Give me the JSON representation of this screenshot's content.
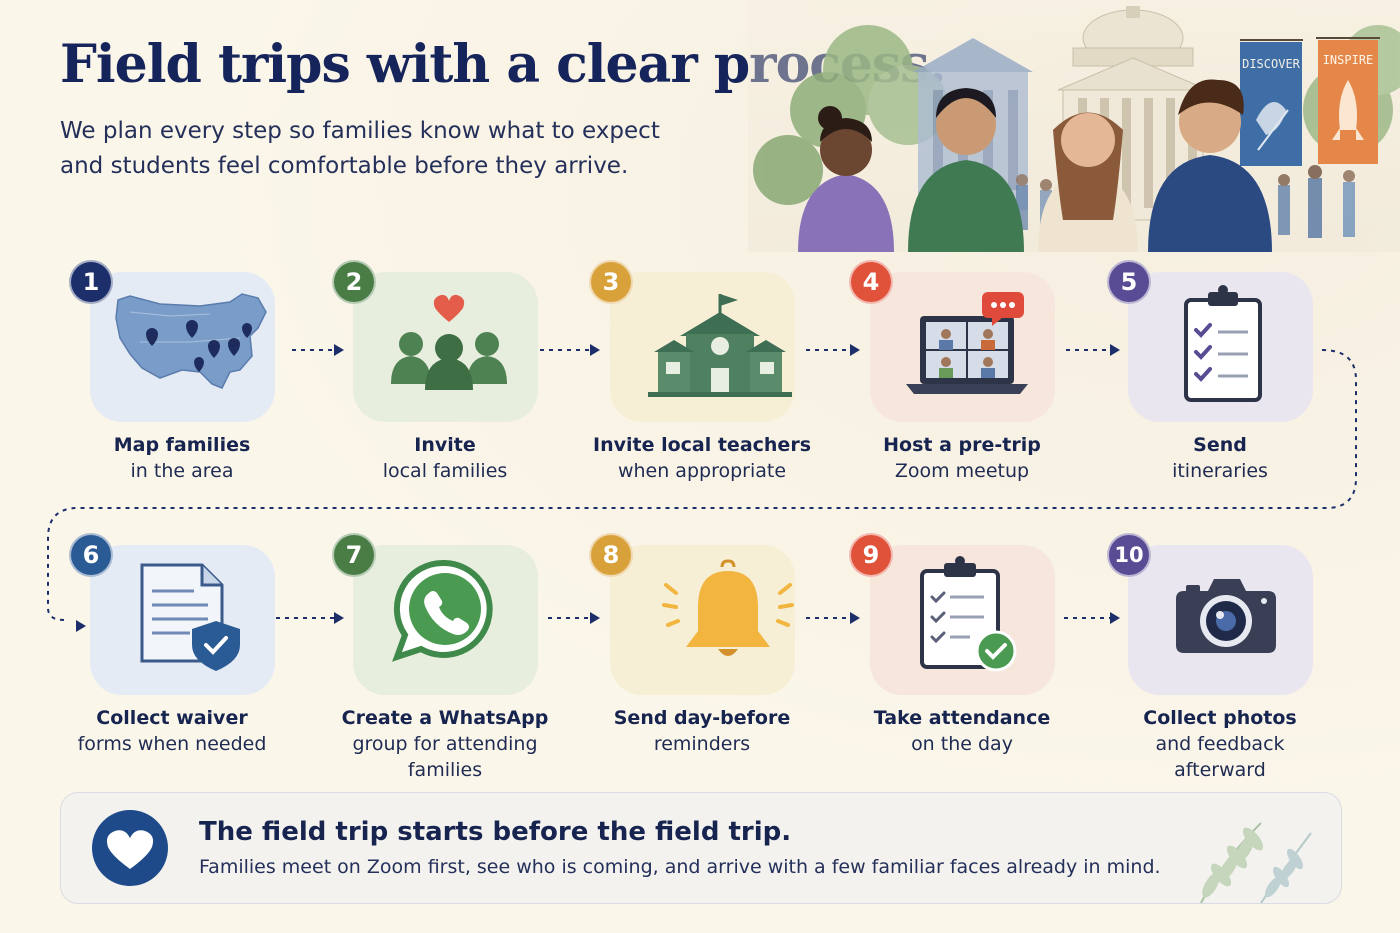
{
  "header": {
    "title": "Field trips with a clear process.",
    "subtitle": "We plan every step so families know what to expect and students feel comfortable before they arrive."
  },
  "hero": {
    "banner_left": "DISCOVER",
    "banner_right": "INSPIRE"
  },
  "colors": {
    "navy": "#1c2f6b",
    "green": "#4a7d45",
    "gold": "#d9a13a",
    "coral": "#e0523a",
    "purple": "#5a4c94",
    "blue": "#2b5b94"
  },
  "steps": [
    {
      "number": "1",
      "line1": "Map families",
      "line2": "in the area",
      "icon": "us-map-pins-icon",
      "color": "#1c2f6b"
    },
    {
      "number": "2",
      "line1": "Invite",
      "line2": "local families",
      "icon": "people-heart-icon",
      "color": "#4a7d45"
    },
    {
      "number": "3",
      "line1": "Invite local teachers",
      "line2": "when appropriate",
      "icon": "schoolhouse-icon",
      "color": "#d9a13a"
    },
    {
      "number": "4",
      "line1": "Host a pre-trip",
      "line2": "Zoom meetup",
      "icon": "laptop-video-call-icon",
      "color": "#e0523a"
    },
    {
      "number": "5",
      "line1": "Send",
      "line2": "itineraries",
      "icon": "clipboard-checklist-icon",
      "color": "#5a4c94"
    },
    {
      "number": "6",
      "line1": "Collect waiver",
      "line2": "forms when needed",
      "icon": "document-shield-icon",
      "color": "#2b5b94"
    },
    {
      "number": "7",
      "line1": "Create a WhatsApp",
      "line2": "group for attending",
      "line3": "families",
      "icon": "whatsapp-icon",
      "color": "#4a7d45"
    },
    {
      "number": "8",
      "line1": "Send day-before",
      "line2": "reminders",
      "icon": "bell-icon",
      "color": "#d9a13a"
    },
    {
      "number": "9",
      "line1": "Take attendance",
      "line2": "on the day",
      "icon": "clipboard-check-icon",
      "color": "#e0523a"
    },
    {
      "number": "10",
      "line1": "Collect photos",
      "line2": "and feedback",
      "line3": "afterward",
      "icon": "camera-icon",
      "color": "#5a4c94"
    }
  ],
  "banner": {
    "title": "The field trip starts before the field trip.",
    "text": "Families meet on Zoom first, see who is coming, and arrive with a few familiar faces already in mind."
  }
}
